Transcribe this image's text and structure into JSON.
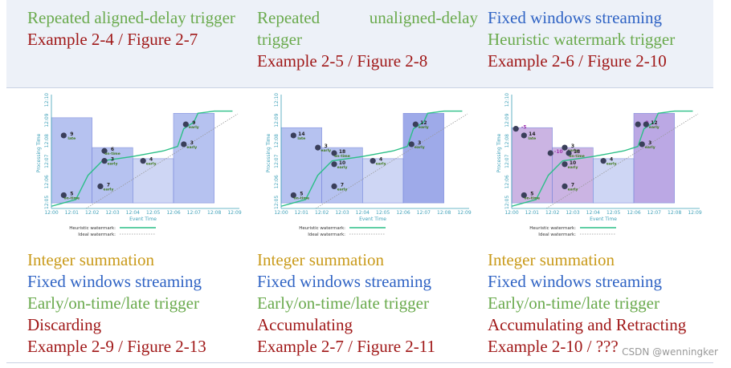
{
  "top": {
    "col1": {
      "line1": "Repeated aligned-delay trigger",
      "line2": "Example 2-4 / Figure 2-7"
    },
    "col2": {
      "line1a": "Repeated",
      "line1b": "unaligned-delay",
      "line2": "trigger",
      "line3": "Example 2-5 / Figure 2-8"
    },
    "col3": {
      "line1": "Fixed windows streaming",
      "line2": "Heuristic watermark trigger",
      "line3": "Example 2-6 / Figure 2-10"
    }
  },
  "bottom": {
    "col1": [
      "Integer summation",
      "Fixed windows streaming",
      "Early/on-time/late trigger",
      "Discarding",
      "Example 2-9 / Figure 2-13"
    ],
    "col2": [
      "Integer summation",
      "Fixed windows streaming",
      "Early/on-time/late trigger",
      "Accumulating",
      "Example 2-7 / Figure 2-11"
    ],
    "col3": [
      "Integer summation",
      "Fixed windows streaming",
      "Early/on-time/late trigger",
      "Accumulating and Retracting",
      "Example 2-10 / ???"
    ]
  },
  "charts": {
    "x_ticks": [
      "12:00",
      "12:01",
      "12:02",
      "12:03",
      "12:04",
      "12:05",
      "12:06",
      "12:07",
      "12:08",
      "12:09"
    ],
    "y_ticks": [
      "12:05",
      "12:06",
      "12:07",
      "12:08",
      "12:09",
      "12:10"
    ],
    "x_label": "Event Time",
    "y_label": "Processing Time",
    "legend_heuristic": "Heuristic watermark:",
    "legend_ideal": "Ideal watermark:",
    "colors": {
      "axis": "#3ea0b8",
      "watermark": "#2bbf87",
      "pane": "#aab8ee",
      "pane_dark": "#8e9ce6"
    }
  },
  "chart1": {
    "panes": [
      {
        "value": "5",
        "label": "on-time"
      },
      {
        "value": "9",
        "label": "late"
      },
      {
        "value": "3",
        "label": "early"
      },
      {
        "value": "6",
        "label": "on-time"
      },
      {
        "value": "7",
        "label": "early"
      },
      {
        "value": "4",
        "label": "early"
      },
      {
        "value": "3",
        "label": "early"
      },
      {
        "value": "9",
        "label": "early"
      }
    ]
  },
  "chart2": {
    "panes": [
      {
        "value": "5",
        "label": "on-time"
      },
      {
        "value": "14",
        "label": "late"
      },
      {
        "value": "3",
        "label": "early"
      },
      {
        "value": "10",
        "label": "early"
      },
      {
        "value": "18",
        "label": "on-time"
      },
      {
        "value": "7",
        "label": "early"
      },
      {
        "value": "4",
        "label": "early"
      },
      {
        "value": "3",
        "label": "early"
      },
      {
        "value": "12",
        "label": "early"
      }
    ]
  },
  "chart3": {
    "panes": [
      {
        "value": "5",
        "label": "on-time"
      },
      {
        "value": "14",
        "label": "late"
      },
      {
        "value": "-5",
        "label": ""
      },
      {
        "value": "3",
        "label": "early"
      },
      {
        "value": "-10",
        "label": ""
      },
      {
        "value": "10",
        "label": "early"
      },
      {
        "value": "18",
        "label": "on-time"
      },
      {
        "value": "7",
        "label": "early"
      },
      {
        "value": "4",
        "label": "early"
      },
      {
        "value": "3",
        "label": "early"
      },
      {
        "value": "-3",
        "label": ""
      },
      {
        "value": "12",
        "label": "early"
      }
    ]
  },
  "watermark_text": "CSDN @wenningker"
}
